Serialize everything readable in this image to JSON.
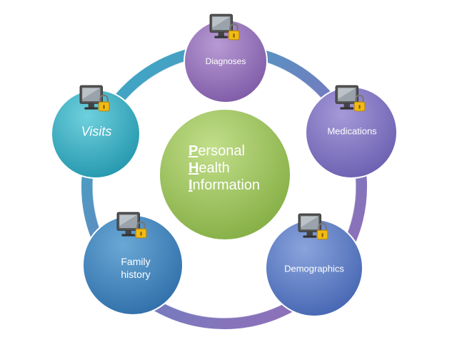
{
  "center": {
    "line1_initial": "P",
    "line1_rest": "ersonal",
    "line2_initial": "H",
    "line2_rest": "ealth",
    "line3_initial": "I",
    "line3_rest": "nformation"
  },
  "nodes": {
    "diagnoses": {
      "label": "Diagnoses"
    },
    "medications": {
      "label": "Medications"
    },
    "demographics": {
      "label": "Demographics"
    },
    "family_history": {
      "line1": "Family",
      "line2": "history"
    },
    "visits": {
      "label": "Visits"
    }
  },
  "icons": [
    "locked-computer-icon"
  ],
  "colors": {
    "ring_left": "#3ab0c2",
    "ring_right": "#8a6ab8",
    "diagnoses": "#8f6fb3",
    "medications": "#7f75bd",
    "demographics": "#5b7ec0",
    "family_history": "#3f86b8",
    "visits": "#3aa8c0",
    "center": "#9cc35a",
    "lock": "#e0a800"
  }
}
